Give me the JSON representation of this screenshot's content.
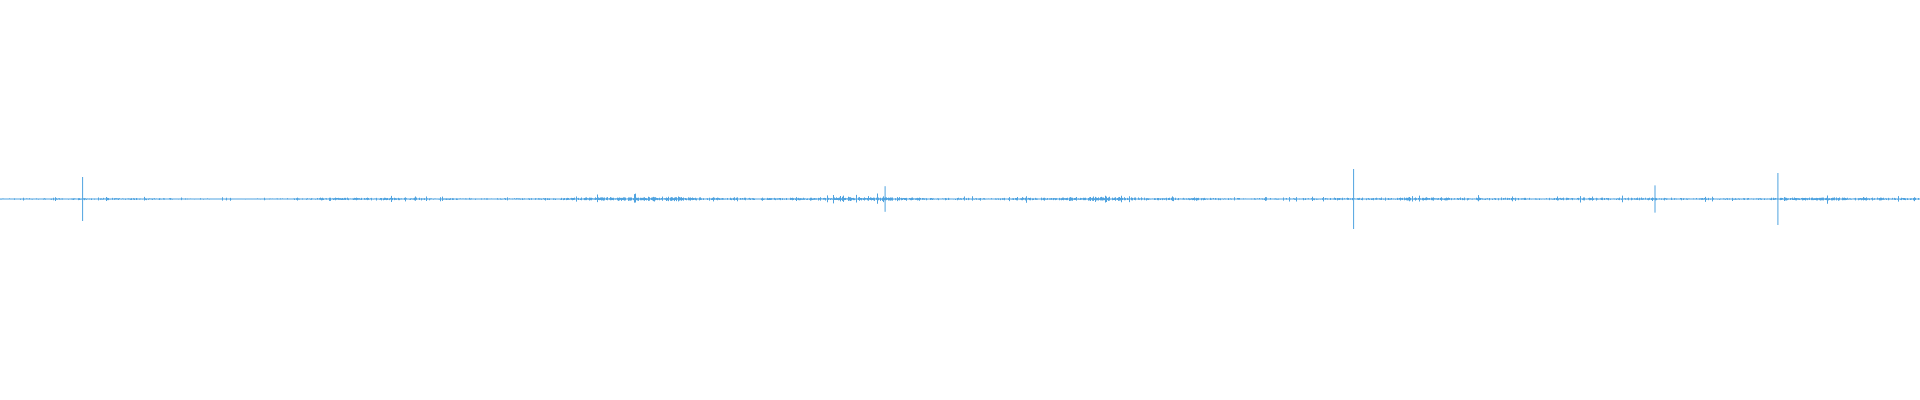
{
  "waveform": {
    "color": "#4fa3e0",
    "background": "#ffffff",
    "amplitude_range": [
      -1,
      1
    ],
    "baseline_level": 0.022,
    "activity_envelope": [
      0.6,
      0.7,
      0.9,
      0.8,
      0.5,
      0.6,
      1.0,
      1.2,
      0.9,
      0.7,
      0.8,
      1.4,
      1.8,
      1.1,
      0.9,
      1.3,
      1.6,
      1.0,
      0.8,
      1.2,
      1.9,
      1.1,
      0.9,
      0.7,
      0.9,
      1.1,
      1.3,
      1.0,
      0.8,
      1.2,
      1.1,
      0.9,
      0.8,
      1.4,
      1.2,
      0.9
    ],
    "peaks": [
      {
        "position": 0.043,
        "amplitude": 0.55
      },
      {
        "position": 0.461,
        "amplitude": 0.32
      },
      {
        "position": 0.705,
        "amplitude": 0.75
      },
      {
        "position": 0.862,
        "amplitude": 0.34
      },
      {
        "position": 0.926,
        "amplitude": 0.65
      }
    ]
  }
}
